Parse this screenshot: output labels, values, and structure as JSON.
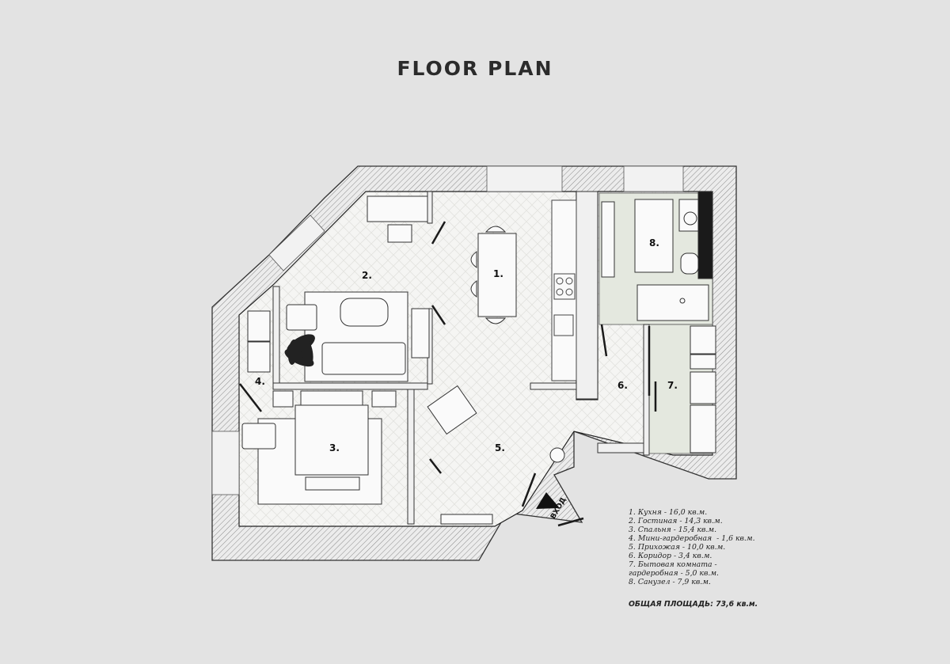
{
  "title": "FLOOR PLAN",
  "rooms": [
    {
      "id": "1",
      "label": "1."
    },
    {
      "id": "2",
      "label": "2."
    },
    {
      "id": "3",
      "label": "3."
    },
    {
      "id": "4",
      "label": "4."
    },
    {
      "id": "5",
      "label": "5."
    },
    {
      "id": "6",
      "label": "6."
    },
    {
      "id": "7",
      "label": "7."
    },
    {
      "id": "8",
      "label": "8."
    }
  ],
  "entry_label": "ВХОД",
  "legend": [
    "1. Кухня - 16,0 кв.м.",
    "2. Гостиная - 14,3 кв.м.",
    "3. Спальня - 15,4 кв.м.",
    "4. Мини-гардеробная  - 1,6 кв.м.",
    "5. Прихожая - 10,0 кв.м.",
    "6. Коридор - 3,4 кв.м.",
    "7. Бытовая комната -",
    "гардеробная - 5,0 кв.м.",
    "8. Санузел - 7,9 кв.м."
  ],
  "total": "ОБЩАЯ ПЛОЩАДЬ: 73,6 кв.м.",
  "colors": {
    "background": "#e3e3e3",
    "wall_hatch": "#8a8a8a",
    "floor": "#f4f4f2",
    "wet_zone": "#e5e9e0",
    "dark": "#1a1a1a"
  }
}
